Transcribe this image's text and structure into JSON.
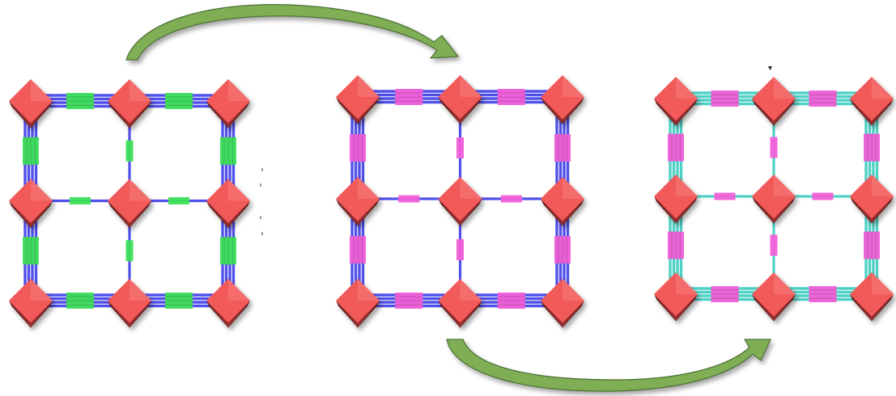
{
  "colors": {
    "node_fill": "#f25a5a",
    "node_edge": "#c73b3b",
    "node_top": "#f98383",
    "background": "#ffffff",
    "arrow_fill": "#7fae55",
    "arrow_edge": "#4e6f34"
  },
  "frameworks": [
    {
      "name": "framework-1",
      "backbone_color": "#5050ea",
      "linker_color": "#3ee05a"
    },
    {
      "name": "framework-2",
      "backbone_color": "#5050ea",
      "linker_color": "#f25fd8"
    },
    {
      "name": "framework-3",
      "backbone_color": "#4fd1c5",
      "linker_color": "#f25fd8"
    }
  ],
  "arrows": [
    {
      "name": "arrow-framework-1-to-2",
      "direction": "clockwise",
      "color": "#7fae55"
    },
    {
      "name": "arrow-framework-2-to-3",
      "direction": "counterclockwise",
      "color": "#7fae55"
    }
  ]
}
